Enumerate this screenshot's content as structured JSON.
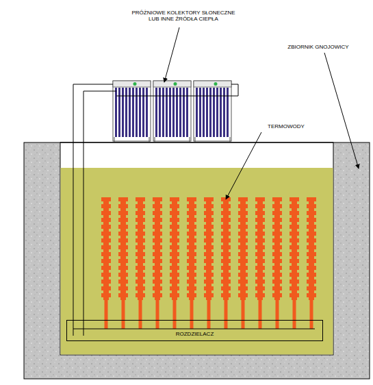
{
  "diagram": {
    "nodes": [
      {
        "text": [
          "ROZDZIELACZ"
        ]
      }
    ],
    "labels": [
      "PRÓŻNIOWE KOLEKTORY SŁONECZNE LUB INNE ŹRÓDŁA CIEPŁA",
      "ZBIORNIK GNOJOWICY",
      "TERMOWODY"
    ]
  }
}
